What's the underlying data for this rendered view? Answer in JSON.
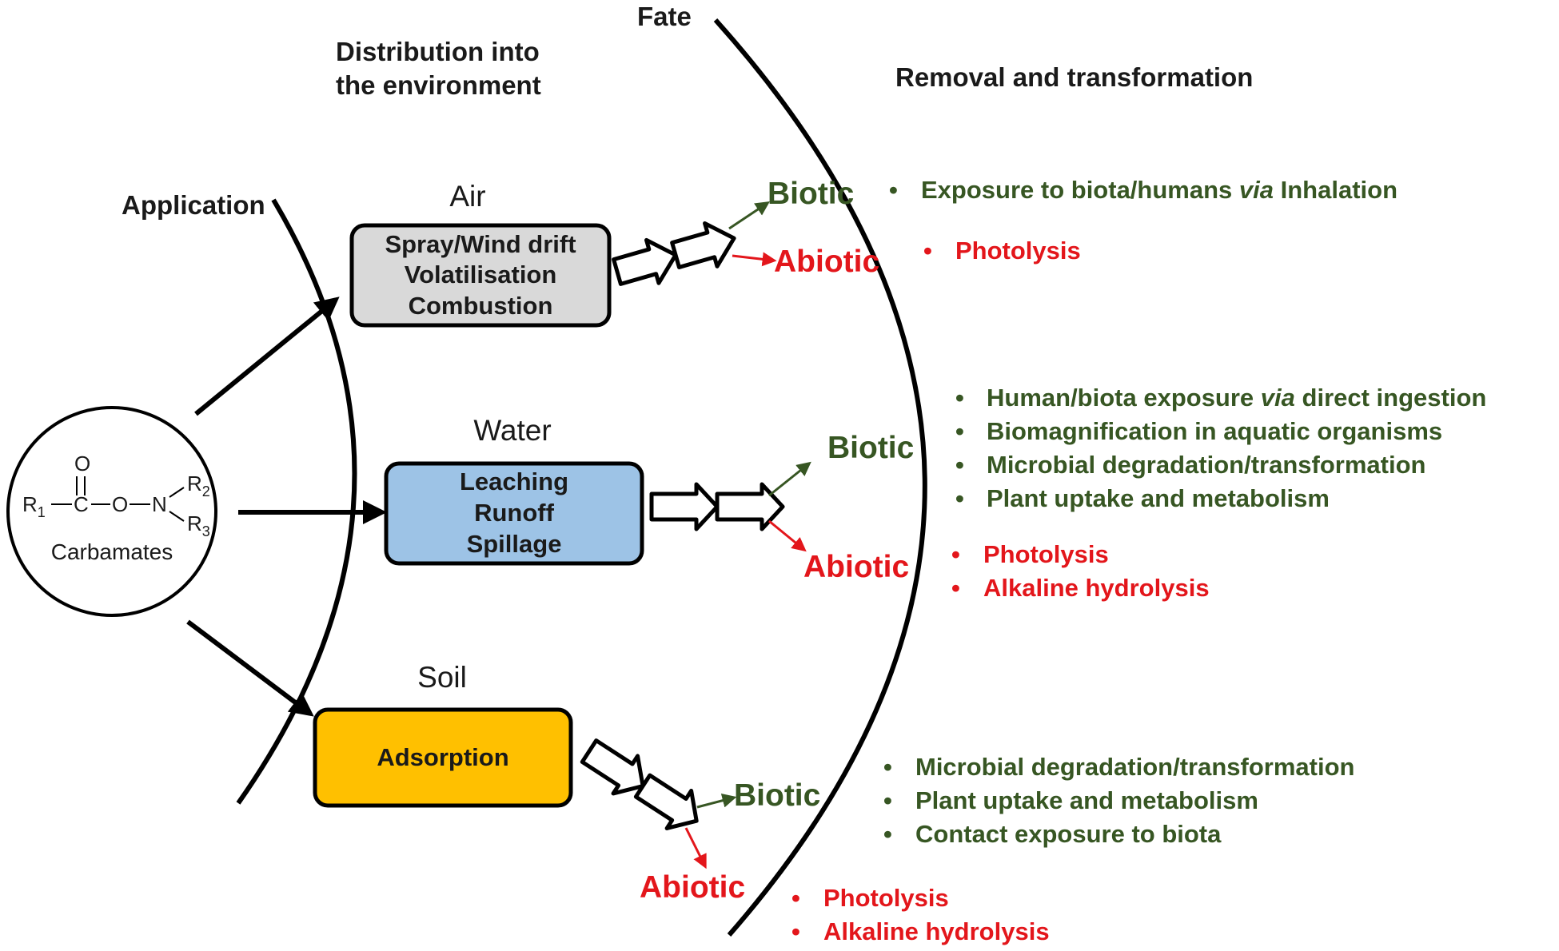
{
  "headings": {
    "application": "Application",
    "distribution_line1": "Distribution into",
    "distribution_line2": "the environment",
    "fate": "Fate",
    "removal": "Removal and transformation"
  },
  "compound": {
    "label": "Carbamates",
    "r1": "R",
    "r1_sub": "1",
    "r2": "R",
    "r2_sub": "2",
    "r3": "R",
    "r3_sub": "3",
    "carbon": "C",
    "oxygen_top": "O",
    "oxygen": "O",
    "nitrogen": "N"
  },
  "compartments": [
    {
      "name": "Air",
      "processes": [
        "Spray/Wind drift",
        "Volatilisation",
        "Combustion"
      ],
      "color": "#d9d9d9",
      "biotic_label": "Biotic",
      "abiotic_label": "Abiotic",
      "biotic_items": [
        {
          "before": "Exposure to biota/humans ",
          "italic": "via",
          "after": " Inhalation"
        }
      ],
      "abiotic_items": [
        "Photolysis"
      ]
    },
    {
      "name": "Water",
      "processes": [
        "Leaching",
        "Runoff",
        "Spillage"
      ],
      "color": "#9dc3e6",
      "biotic_label": "Biotic",
      "abiotic_label": "Abiotic",
      "biotic_items": [
        {
          "before": "Human/biota exposure ",
          "italic": "via",
          "after": " direct ingestion"
        },
        {
          "before": "Biomagnification in aquatic organisms",
          "italic": "",
          "after": ""
        },
        {
          "before": "Microbial degradation/transformation",
          "italic": "",
          "after": ""
        },
        {
          "before": "Plant uptake and metabolism",
          "italic": "",
          "after": ""
        }
      ],
      "abiotic_items": [
        "Photolysis",
        "Alkaline hydrolysis"
      ]
    },
    {
      "name": "Soil",
      "processes": [
        "Adsorption"
      ],
      "color": "#ffc000",
      "biotic_label": "Biotic",
      "abiotic_label": "Abiotic",
      "biotic_items": [
        {
          "before": "Microbial degradation/transformation",
          "italic": "",
          "after": ""
        },
        {
          "before": "Plant uptake and metabolism",
          "italic": "",
          "after": ""
        },
        {
          "before": "Contact exposure to biota",
          "italic": "",
          "after": ""
        }
      ],
      "abiotic_items": [
        "Photolysis",
        "Alkaline hydrolysis"
      ]
    }
  ],
  "colors": {
    "biotic": "#375623",
    "abiotic": "#e3161b",
    "line": "#000000"
  },
  "bullet": "•"
}
